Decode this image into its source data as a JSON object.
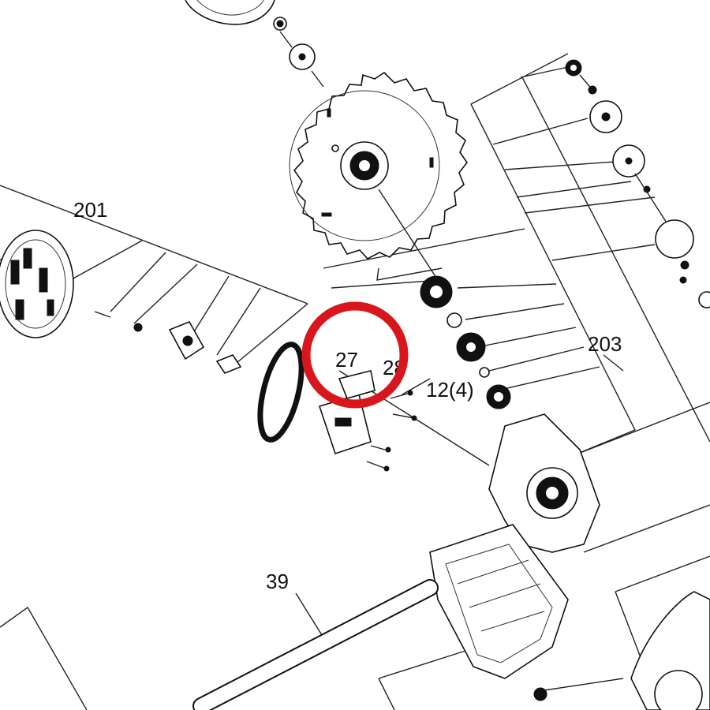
{
  "labels": {
    "part_201": "201",
    "part_27": "27",
    "part_28": "28",
    "part_12": "12(4)",
    "part_203": "203",
    "part_39": "39"
  },
  "colors": {
    "line": "#222222",
    "highlight": "#d9161c",
    "background": "#ffffff"
  },
  "icons": {
    "highlight": "highlight-circle"
  }
}
